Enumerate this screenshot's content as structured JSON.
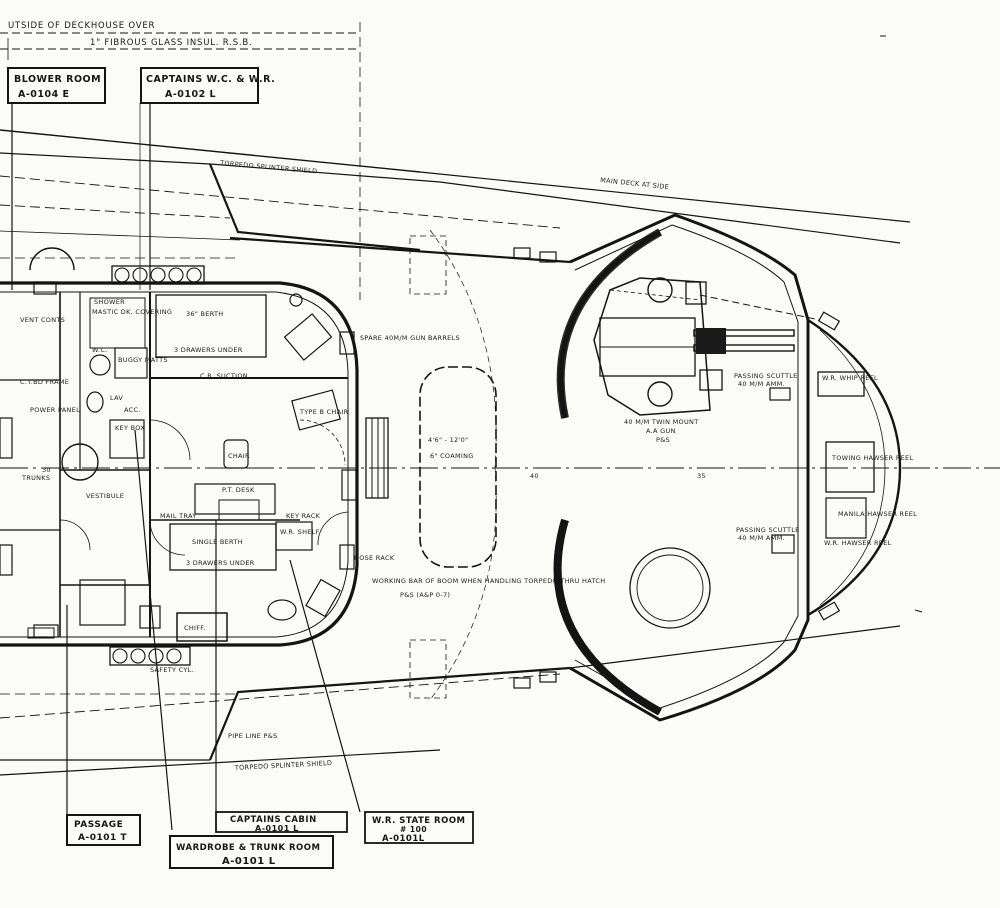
{
  "top_notes": {
    "line1": "UTSIDE OF DECKHOUSE OVER",
    "line2": "1\" FIBROUS GLASS INSUL. R.S.B."
  },
  "boxes": {
    "blower_room": {
      "title": "BLOWER ROOM",
      "code": "A-0104 E"
    },
    "captains_wc": {
      "title": "CAPTAINS W.C. & W.R.",
      "code": "A-0102 L"
    },
    "passage": {
      "title": "PASSAGE",
      "code": "A-0101 T"
    },
    "wardrobe": {
      "title": "WARDROBE & TRUNK ROOM",
      "code": "A-0101 L"
    },
    "captains_cabin": {
      "title": "CAPTAINS CABIN",
      "code": "A-0101 L"
    },
    "wr_state_room": {
      "title": "W.R. STATE ROOM",
      "num": "# 100",
      "code": "A-0101L"
    }
  },
  "deck_notes": {
    "torpedo_top": "TORPEDO SPLINTER SHIELD",
    "main_deck": "MAIN DECK AT SIDE",
    "torpedo_bottom": "TORPEDO SPLINTER SHIELD",
    "pipe_line": "PIPE LINE P&S"
  },
  "gun": {
    "title": "40 M/M TWIN MOUNT",
    "sub": "A.A GUN",
    "side": "P&S",
    "passing_scuttle_top": "PASSING SCUTTLE",
    "passing_scuttle_top2": "40 M/M AMM.",
    "passing_scuttle_bot": "PASSING SCUTTLE",
    "passing_scuttle_bot2": "40 M/M AMM."
  },
  "coaming": {
    "dims": "4'6\" - 12'0\"",
    "label": "6\" COAMING"
  },
  "frames": [
    "30",
    "40",
    "35"
  ],
  "room_labels": {
    "shower": "SHOWER",
    "mastic": "MASTIC DK. COVERING",
    "berth36": "36\" BERTH",
    "drawers_under": "3 DRAWERS UNDER",
    "vent_conts": "VENT CONTS",
    "wc": "W.C.",
    "buggy_matts": "BUGGY MATTS",
    "ctbd_frame": "C.T.BD FRAME",
    "power_panel": "POWER PANEL",
    "lav": "LAV",
    "acc": "ACC.",
    "key_box": "KEY BOX",
    "cr_suction": "C.R. SUCTION",
    "type_chair": "TYPE B CHAIR",
    "chair": "CHAIR",
    "vestibule": "VESTIBULE",
    "pt_desk": "P.T. DESK",
    "mail_tray": "MAIL TRAY",
    "single_berth": "SINGLE BERTH",
    "drawers_under2": "3 DRAWERS UNDER",
    "key_rack": "KEY RACK",
    "wr_shelf": "W.R. SHELF",
    "chiff": "CHIFF.",
    "spare_barrels": "SPARE 40M/M GUN BARRELS",
    "hose_rack": "HOSE RACK",
    "working_bar": "WORKING BAR OF BOOM WHEN HANDLING TORPEDO THRU HATCH",
    "ps_note": "P&S (A&P 0-7)",
    "safety_cyl": "SAFETY CYL.",
    "trunks": "TRUNKS"
  },
  "right_labels": {
    "wr_whip": "W.R. WHIP REEL",
    "towing": "TOWING HAWSER REEL",
    "manila": "MANILA HAWSER REEL",
    "wr_hawser": "W.R. HAWSER REEL"
  }
}
